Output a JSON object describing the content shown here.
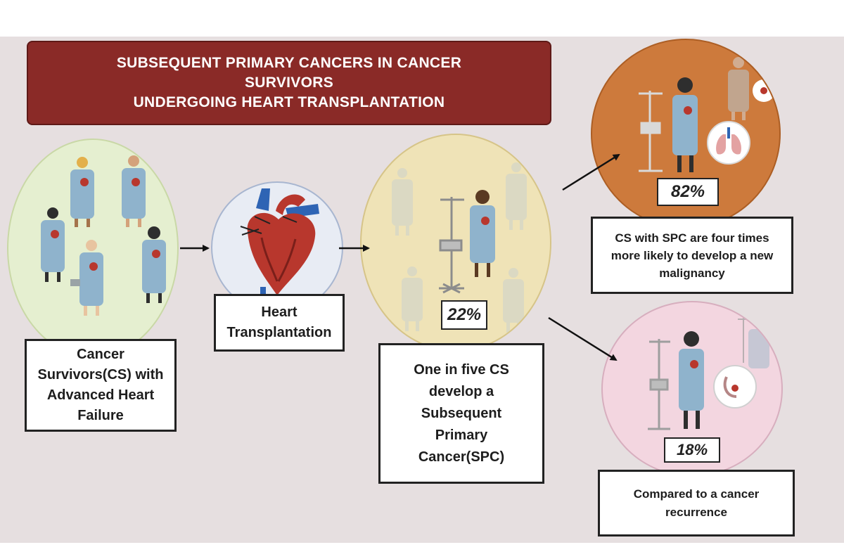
{
  "title": {
    "line1": "SUBSEQUENT PRIMARY CANCERS IN CANCER SURVIVORS",
    "line2": "UNDERGOING HEART TRANSPLANTATION"
  },
  "steps": {
    "survivors": {
      "label": "Cancer Survivors(CS) with Advanced Heart Failure"
    },
    "heart": {
      "label": "Heart Transplantation"
    },
    "spc": {
      "label": "One in five CS develop a Subsequent Primary Cancer(SPC)",
      "percent": "22%"
    },
    "new_malignancy": {
      "label": "CS with SPC are four times more likely to develop a new malignancy",
      "percent": "82%"
    },
    "recurrence": {
      "label": "Compared to a cancer recurrence",
      "percent": "18%"
    }
  },
  "colors": {
    "banner": "#8a2a27",
    "survivors_circle": "#e5efd0",
    "heart_circle": "#e8ecf4",
    "spc_circle": "#efe3b7",
    "new_malignancy_circle": "#cd7a3c",
    "recurrence_circle": "#f3d6e0",
    "gown": "#8fb3cc",
    "heart_red": "#b8372d"
  },
  "icons": [
    "patient-figure-icon",
    "heart-icon",
    "iv-pole-icon",
    "lungs-icon",
    "breast-icon",
    "arrow-icon"
  ]
}
